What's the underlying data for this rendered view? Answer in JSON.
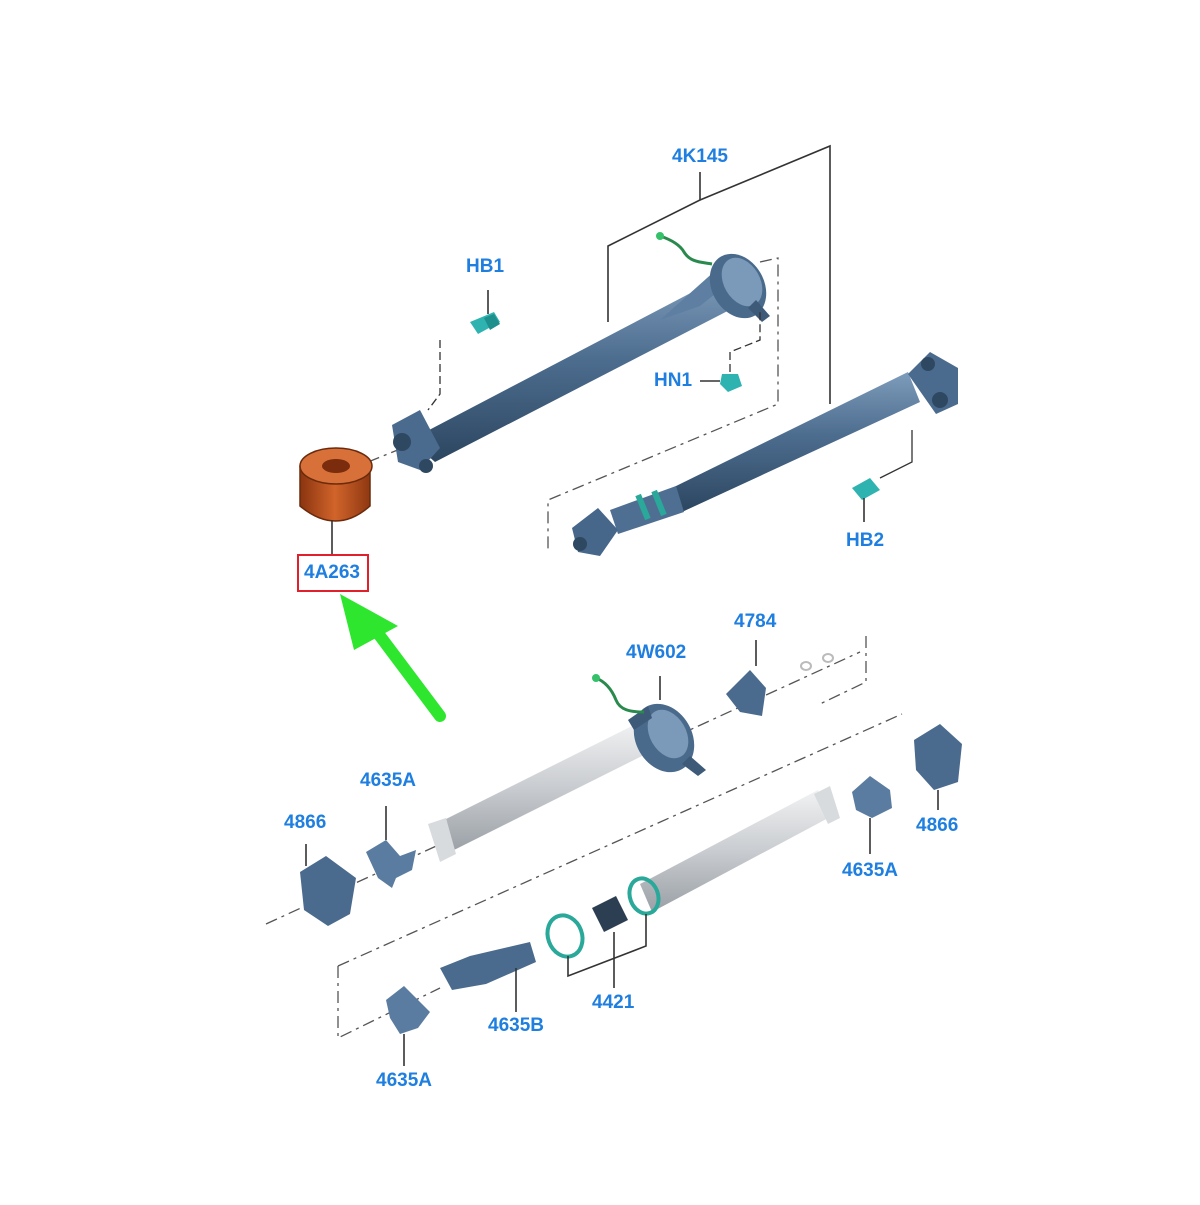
{
  "colors": {
    "label": "#1f7fe0",
    "shaft_dark": "#3f5d7e",
    "shaft_light": "#c8ccd0",
    "highlight_part": "#c2531c",
    "highlight_box": "#e0202a",
    "arrow": "#2ee62e",
    "seal_ring": "#2aa89a"
  },
  "labels": {
    "k4145": "4K145",
    "hb1": "HB1",
    "hn1": "HN1",
    "hb2": "HB2",
    "a4263": "4A263",
    "n4784": "4784",
    "w4602": "4W602",
    "a4635_left": "4635A",
    "n4866_left": "4866",
    "n4866_right": "4866",
    "a4635_right": "4635A",
    "n4421": "4421",
    "b4635": "4635B",
    "a4635_bottom": "4635A"
  },
  "highlighted_part": "4A263"
}
